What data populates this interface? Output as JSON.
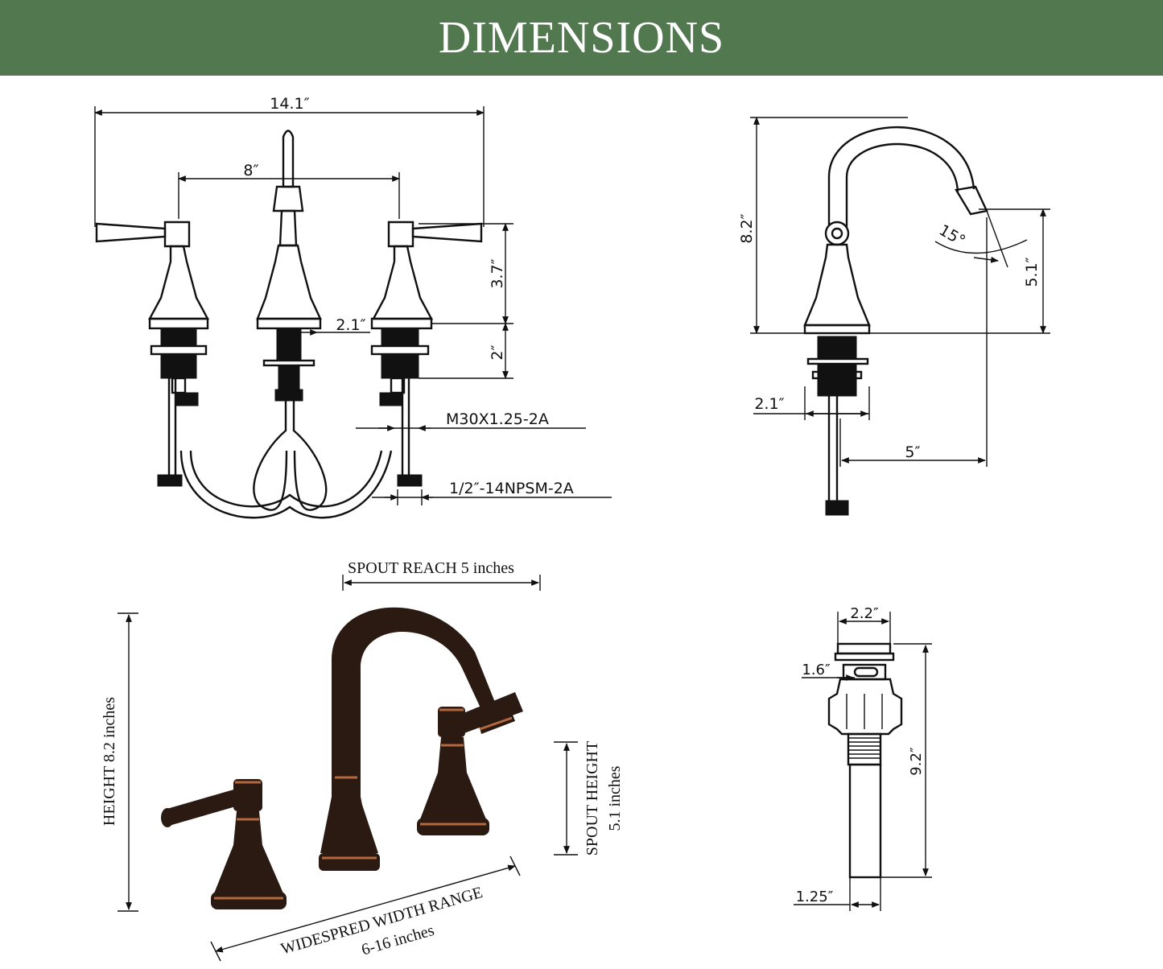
{
  "header": {
    "title": "DIMENSIONS"
  },
  "colors": {
    "banner": "#52784f",
    "line": "#111111",
    "bronze": "#2a1a12",
    "copper_trim": "#b4683e"
  },
  "front_view": {
    "overall_width": "14.1″",
    "handle_spacing": "8″",
    "handle_height": "3.7″",
    "base_diameter": "2.1″",
    "shank_length": "2″",
    "thread_shank": "M30X1.25-2A",
    "thread_inlet": "1/2″-14NPSM-2A"
  },
  "side_view": {
    "total_height": "8.2″",
    "spout_angle": "15°",
    "spout_height": "5.1″",
    "base_diameter": "2.1″",
    "spout_reach": "5″"
  },
  "photo_labels": {
    "spout_reach_label": "SPOUT REACH",
    "spout_reach_value": "5 inches",
    "height_label": "HEIGHT",
    "height_value": "8.2 inches",
    "spout_height_label": "SPOUT HEIGHT",
    "spout_height_value": "5.1 inches",
    "width_label": "WIDESPRED WIDTH RANGE",
    "width_value": "6-16 inches"
  },
  "drain_view": {
    "cap_diameter": "2.2″",
    "cap_height": "1.6″",
    "total_length": "9.2″",
    "pipe_diameter": "1.25″"
  }
}
